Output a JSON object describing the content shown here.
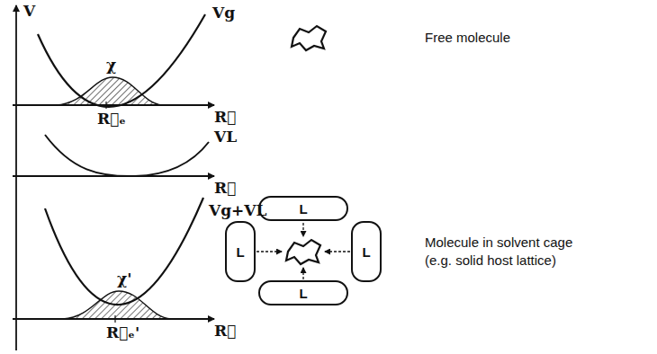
{
  "diagram": {
    "nodes": [
      {
        "text": [
          "L"
        ]
      },
      {
        "text": [
          "L"
        ]
      },
      {
        "text": [
          "L"
        ]
      },
      {
        "text": [
          "L"
        ]
      }
    ],
    "labels": [
      "V",
      "Vg",
      "χ",
      "R⃗",
      "R⃗ₑ",
      "VL",
      "R⃗",
      "Vg+VL",
      "χ'",
      "R⃗",
      "R⃗ₑ'",
      "Free molecule",
      "Molecule in solvent cage",
      "(e.g. solid host lattice)"
    ]
  }
}
